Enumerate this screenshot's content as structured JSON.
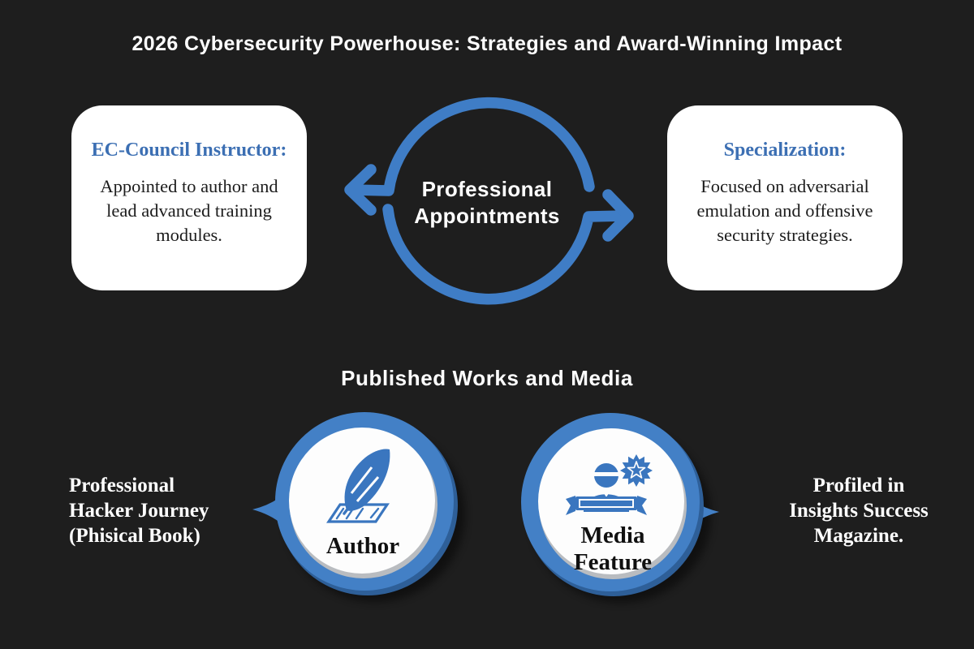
{
  "title": "2026 Cybersecurity Powerhouse: Strategies and Award-Winning Impact",
  "colors": {
    "background": "#1e1e1e",
    "accent_blue": "#4380c6",
    "accent_blue_dark": "#2e5f98",
    "heading_blue": "#3c6fb3",
    "card_background": "#ffffff",
    "body_text": "#1c1c1c",
    "light_text": "#ffffff"
  },
  "top_section": {
    "center_label_line1": "Professional",
    "center_label_line2": "Appointments",
    "center_icon": "cycle-arrows-icon",
    "left_card": {
      "heading": "EC-Council Instructor:",
      "body": "Appointed to author and lead advanced training modules."
    },
    "right_card": {
      "heading": "Specialization:",
      "body": "Focused on adversarial emulation and offensive security strategies."
    }
  },
  "bottom_section": {
    "heading": "Published Works and Media",
    "author": {
      "label": "Author",
      "icon": "quill-pen-icon",
      "note_lines": [
        "Professional",
        "Hacker Journey",
        "(Phisical Book)"
      ]
    },
    "media": {
      "label_line1": "Media",
      "label_line2": "Feature",
      "icon": "person-award-ribbon-icon",
      "note_lines": [
        "Profiled in",
        "Insights Success",
        "Magazine."
      ]
    }
  }
}
